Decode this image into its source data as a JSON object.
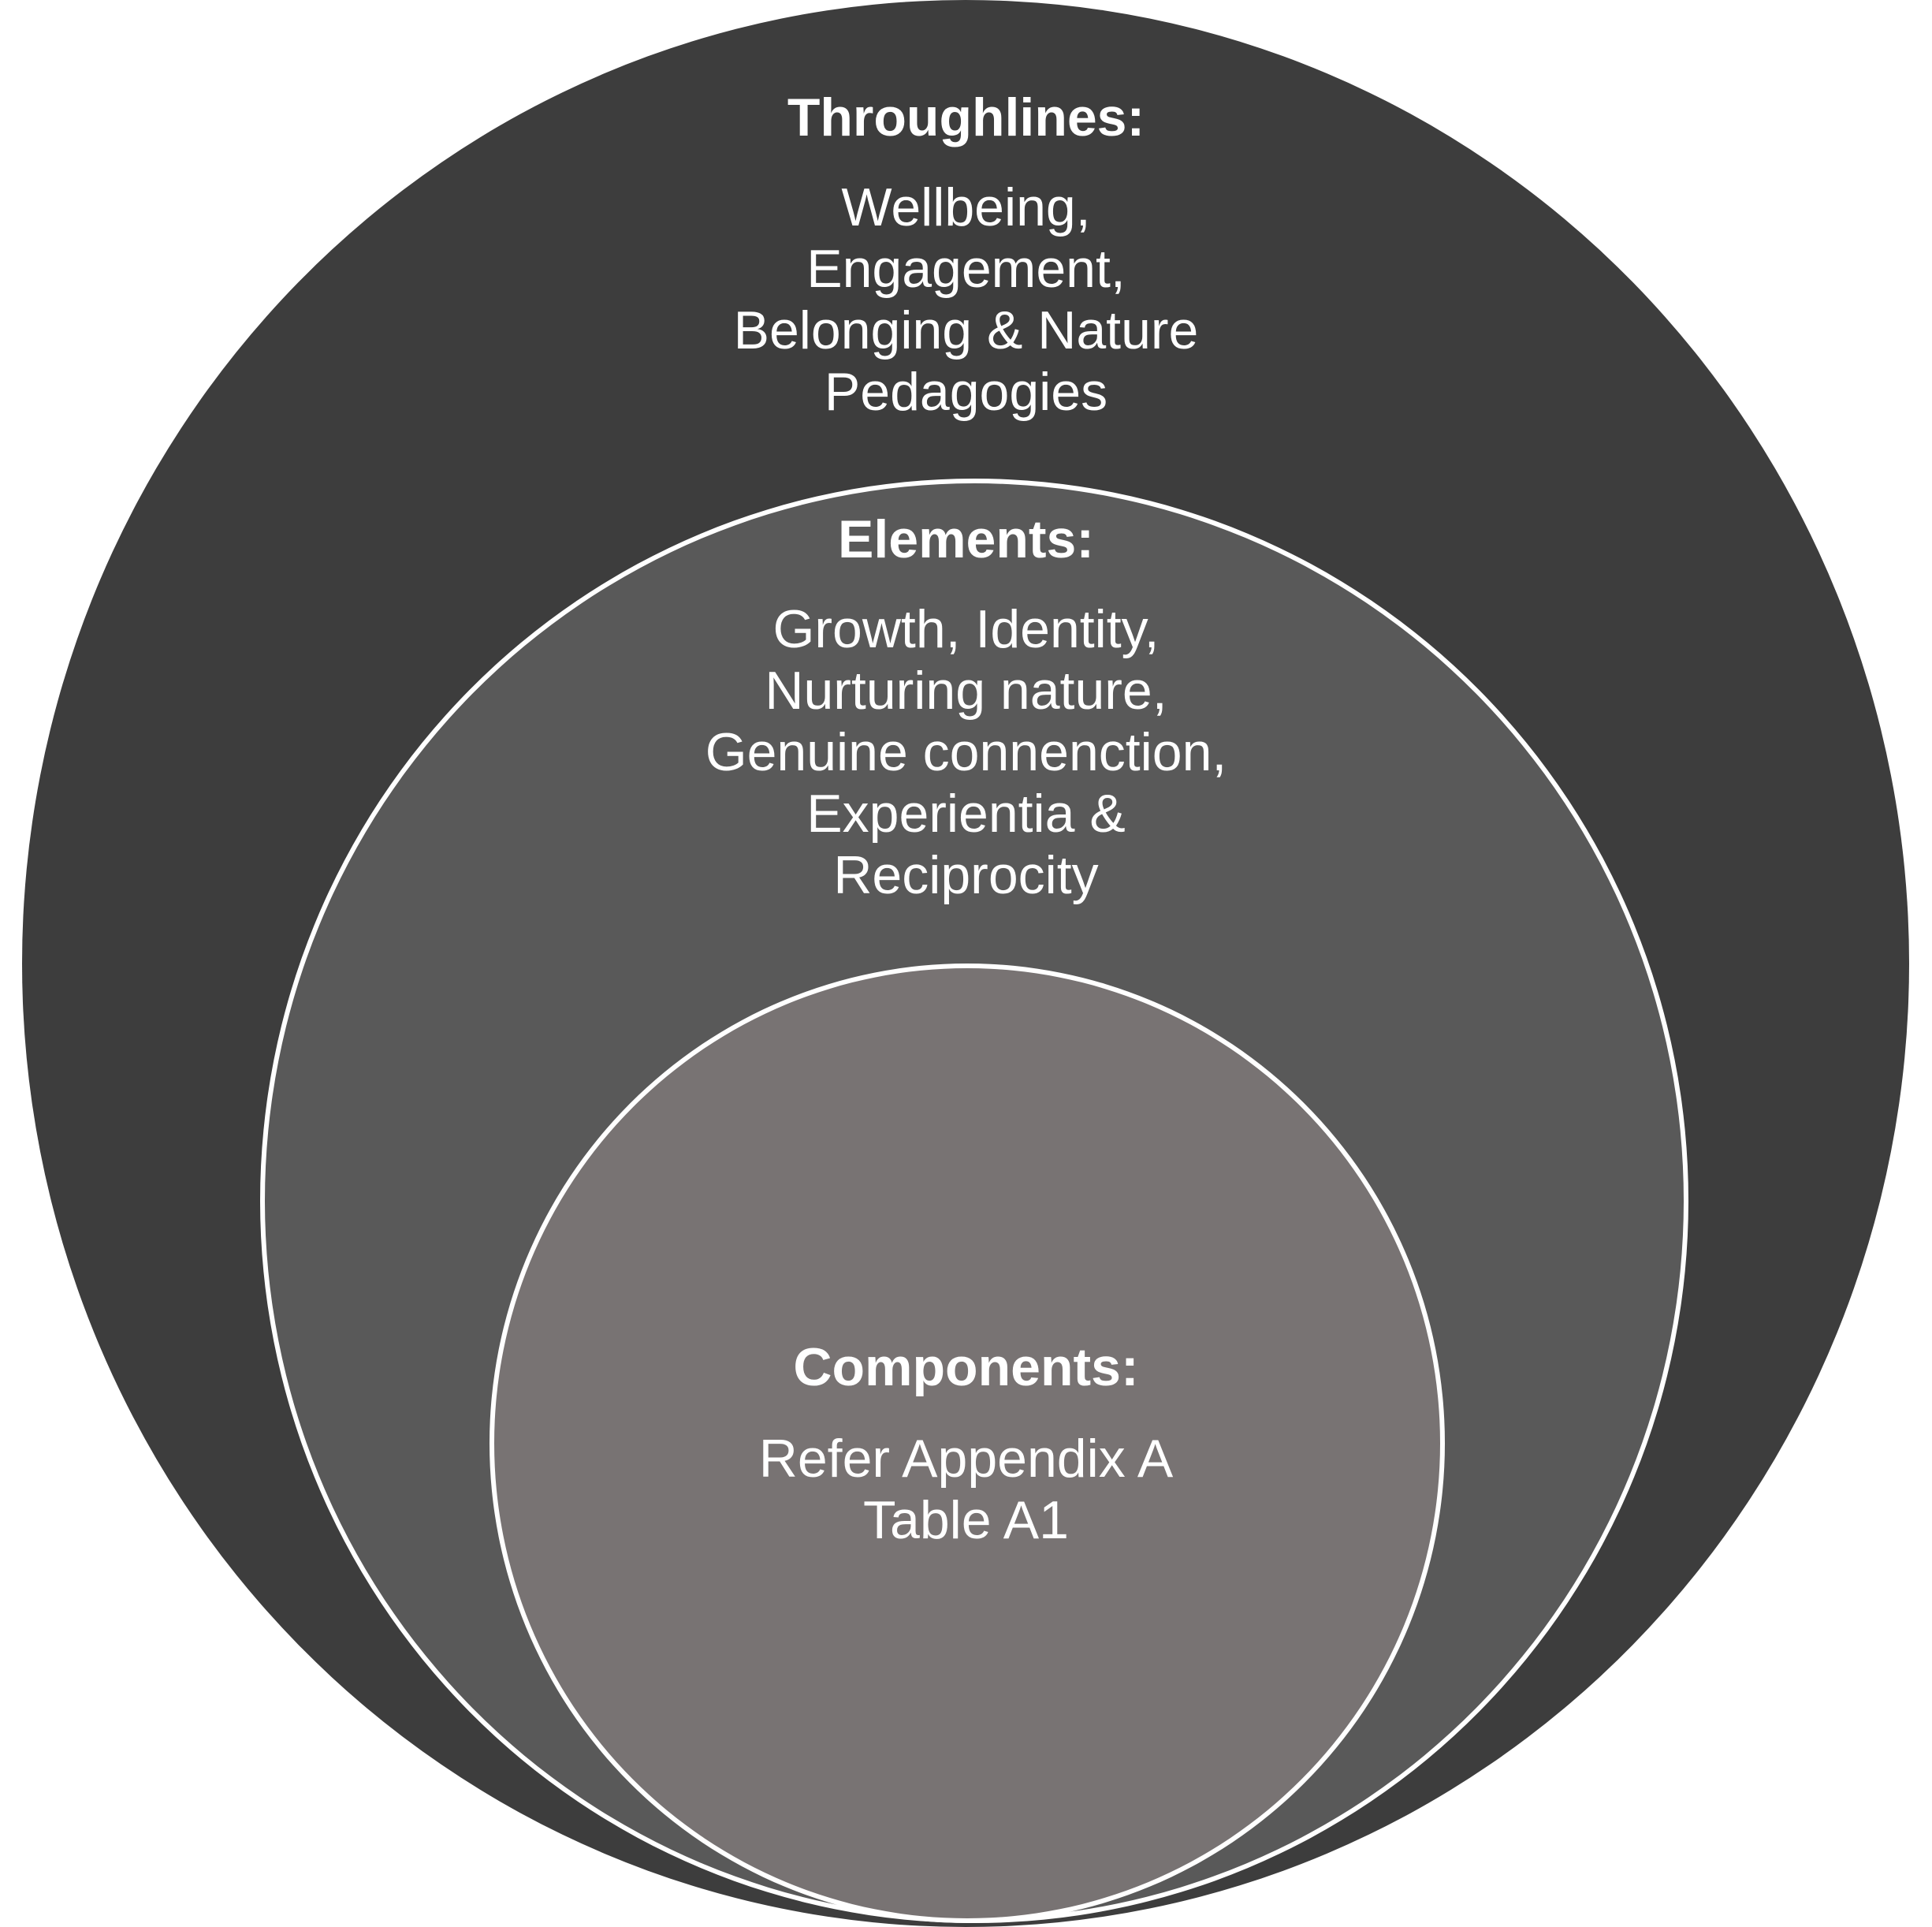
{
  "colors": {
    "outer_fill": "#3d3d3d",
    "middle_fill": "#595959",
    "inner_fill": "#787373",
    "ring_stroke": "#ffffff",
    "text": "#ffffff"
  },
  "throughlines": {
    "heading": "Throughlines:",
    "lines": [
      "Wellbeing,",
      "Engagement,",
      "Belonging & Nature",
      "Pedagogies"
    ]
  },
  "elements": {
    "heading": "Elements:",
    "lines": [
      "Growth, Identity,",
      "Nurturing nature,",
      "Genuine connenction,",
      "Experientia &",
      "Reciprocity"
    ]
  },
  "components": {
    "heading": "Components:",
    "lines": [
      "Refer Appendix A",
      "Table A1"
    ]
  }
}
